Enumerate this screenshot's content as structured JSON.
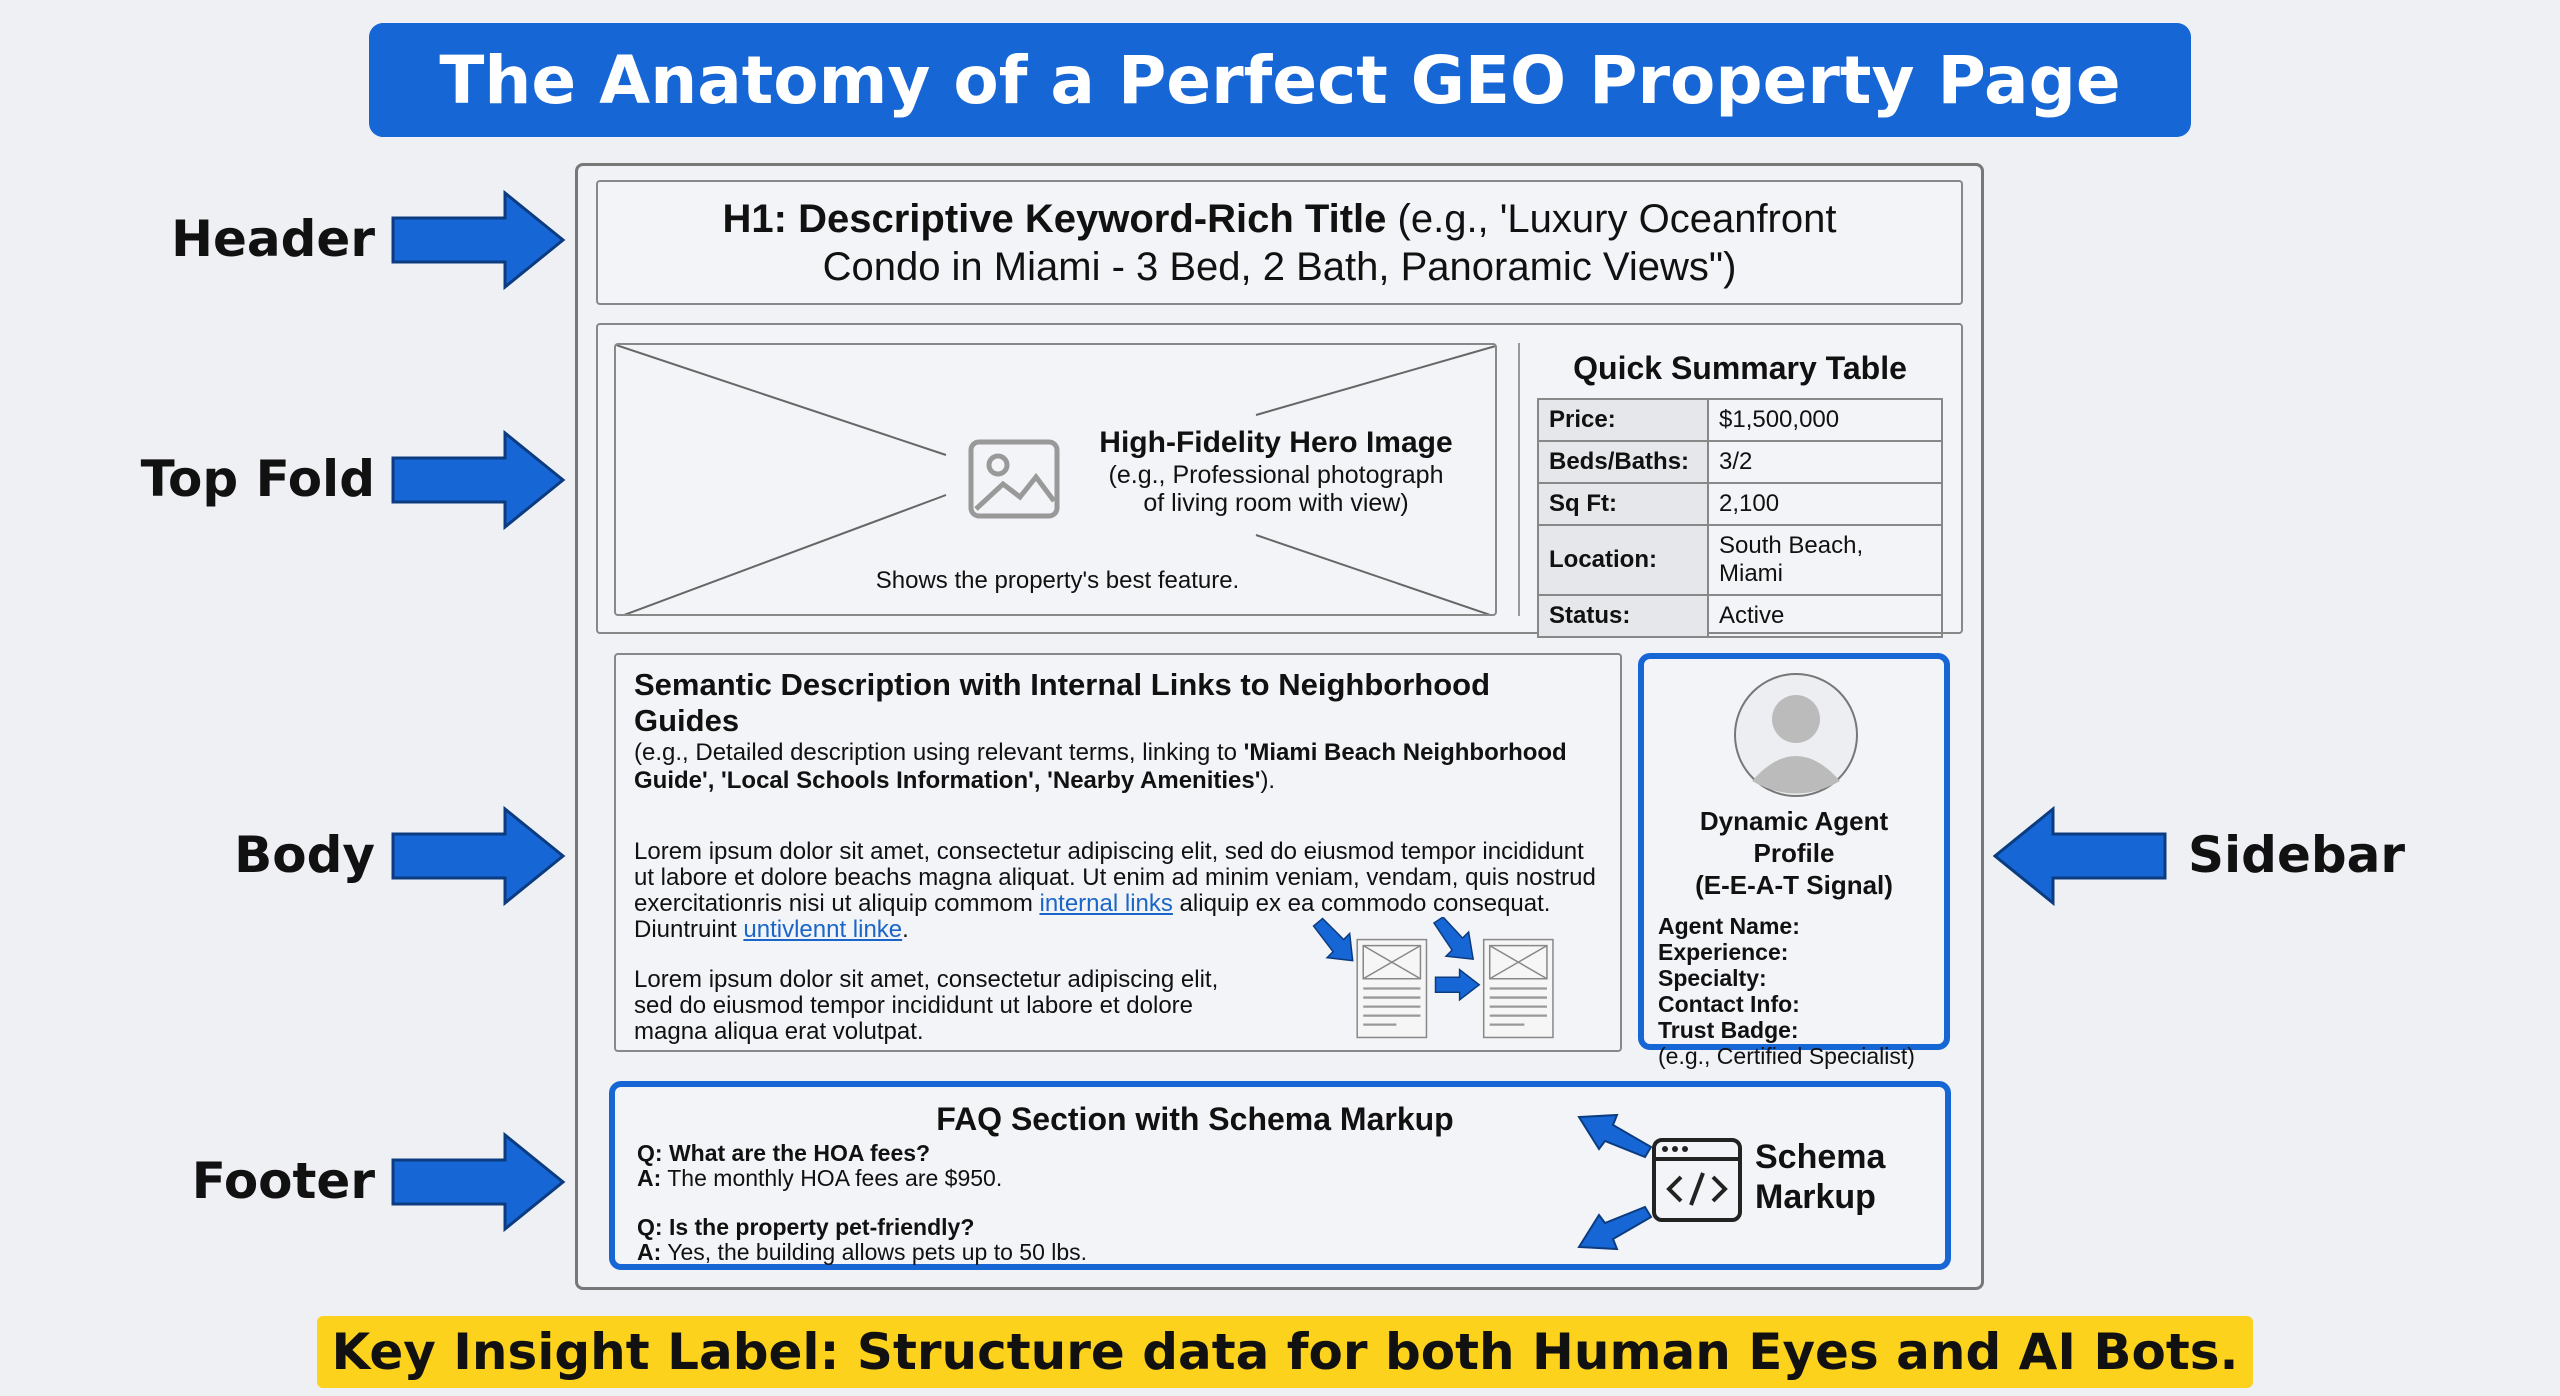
{
  "title": "The Anatomy of a Perfect GEO Property Page",
  "labels": {
    "header": "Header",
    "top_fold": "Top Fold",
    "body": "Body",
    "footer": "Footer",
    "sidebar": "Sidebar"
  },
  "header": {
    "bold": "H1: Descriptive Keyword-Rich Title",
    "rest1": " (e.g., 'Luxury Oceanfront",
    "line2": "Condo in Miami - 3 Bed, 2 Bath, Panoramic Views\")"
  },
  "hero": {
    "title": "High-Fidelity Hero Image",
    "sub1": "(e.g., Professional photograph",
    "sub2": "of living room with view)",
    "caption": "Shows the property's best feature."
  },
  "summary": {
    "title": "Quick Summary Table",
    "rows": [
      {
        "k": "Price:",
        "v": "$1,500,000"
      },
      {
        "k": "Beds/Baths:",
        "v": "3/2"
      },
      {
        "k": "Sq Ft:",
        "v": "2,100"
      },
      {
        "k": "Location:",
        "v": "South Beach, Miami"
      },
      {
        "k": "Status:",
        "v": "Active"
      }
    ]
  },
  "body": {
    "title": "Semantic Description with Internal Links to Neighborhood Guides",
    "desc_pre": "(e.g., Detailed description using relevant terms, linking to ",
    "desc_bold": "'Miami Beach Neighborhood Guide', 'Local Schools Information', 'Nearby Amenities'",
    "desc_post": ").",
    "p1a": "Lorem ipsum dolor sit amet, consectetur adipiscing elit, sed do eiusmod tempor incididunt ut labore et dolore beachs magna aliquat. Ut enim ad minim veniam, vendam, quis nostrud exercitationris nisi ut aliquip commom ",
    "link1": "internal links",
    "p1b": " aliquip ex ea commodo consequat. Diuntruint ",
    "link2": "untivlennt linke",
    "p1c": ".",
    "p2": "Lorem ipsum dolor sit amet, consectetur adipiscing elit, sed do eiusmod tempor incididunt ut labore et dolore magna aliqua erat volutpat."
  },
  "sidebar": {
    "title1": "Dynamic Agent Profile",
    "title2": "(E-E-A-T Signal)",
    "fields": [
      "Agent Name:",
      "Experience:",
      "Specialty:",
      "Contact Info:",
      "Trust Badge:"
    ],
    "example": "(e.g., Certified Specialist)"
  },
  "faq": {
    "title": "FAQ Section with Schema Markup",
    "items": [
      {
        "q": "Q: What are the HOA fees?",
        "a_label": "A:",
        "a": " The monthly HOA fees are $950."
      },
      {
        "q": "Q: Is the property pet-friendly?",
        "a_label": "A:",
        "a": " Yes, the building allows pets up to 50 lbs."
      }
    ],
    "schema1": "Schema",
    "schema2": "Markup"
  },
  "key_insight": "Key Insight Label: Structure data for both Human Eyes and AI Bots.",
  "colors": {
    "accent": "#1766d6",
    "highlight": "#fcd21c"
  }
}
